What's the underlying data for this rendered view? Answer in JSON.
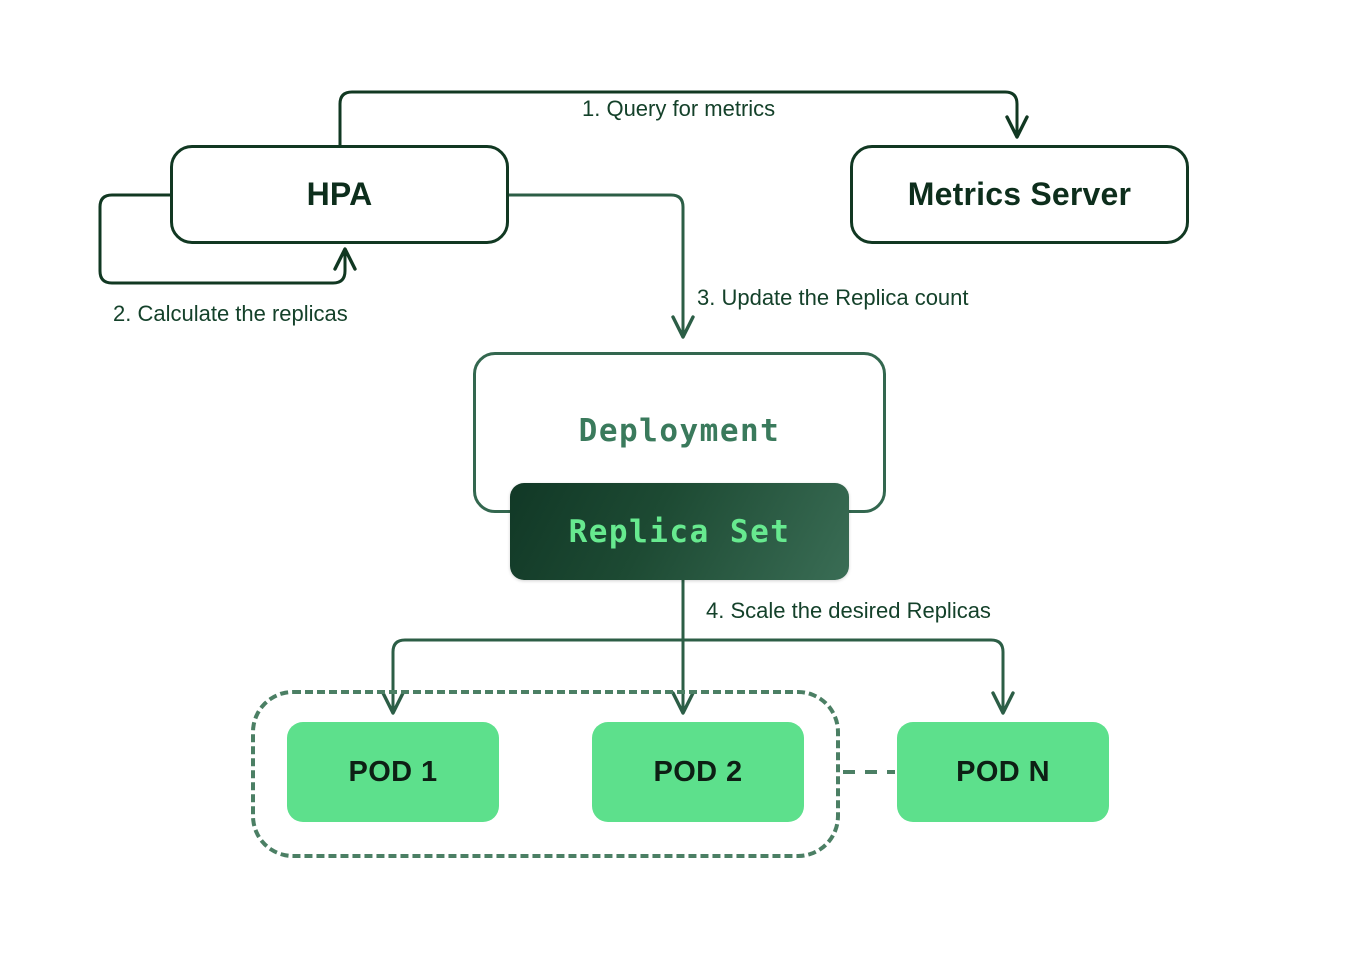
{
  "diagram": {
    "title": "Kubernetes HPA autoscaling flow",
    "colors": {
      "dark_green": "#113822",
      "mid_green": "#33674f",
      "accent_green": "#5de08c",
      "replica_text_green": "#67e98f",
      "deployment_text_green": "#3a7a5c",
      "dashed_border_green": "#4b7f64",
      "background": "#ffffff"
    },
    "nodes": {
      "hpa": {
        "label": "HPA"
      },
      "metrics_server": {
        "label": "Metrics Server"
      },
      "deployment": {
        "label": "Deployment"
      },
      "replica_set": {
        "label": "Replica Set"
      }
    },
    "pods": [
      {
        "label": "POD 1"
      },
      {
        "label": "POD 2"
      },
      {
        "label": "POD N"
      }
    ],
    "steps": [
      {
        "number": "1.",
        "text": "1.  Query for metrics"
      },
      {
        "number": "2.",
        "text": "2. Calculate the replicas"
      },
      {
        "number": "3.",
        "text": "3. Update the Replica count"
      },
      {
        "number": "4.",
        "text": "4. Scale the desired Replicas"
      }
    ]
  }
}
